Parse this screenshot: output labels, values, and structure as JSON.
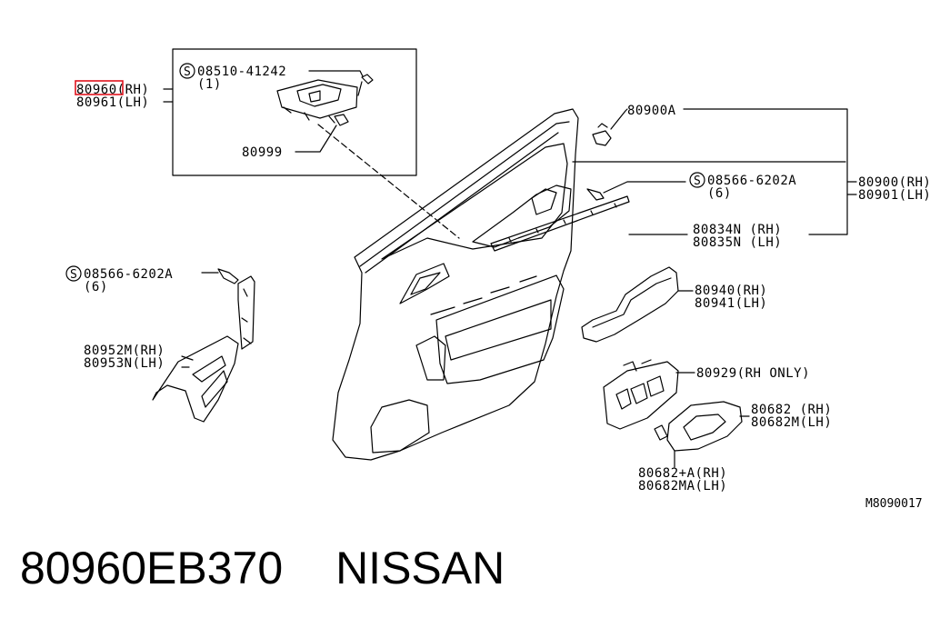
{
  "diagram": {
    "labels": {
      "bracket_top": "80960(RH)",
      "bracket_top_lh": "80961(LH)",
      "screw_top": "08510-41242",
      "screw_top_qty": "(1)",
      "clip": "80999",
      "trim_main": "80900(RH)",
      "trim_main_lh": "80901(LH)",
      "clip2": "80900A",
      "screw_mid": "08566-6202A",
      "screw_mid_qty": "(6)",
      "seal": "80834N (RH)",
      "seal_lh": "80835N (LH)",
      "screw_left": "08566-6202A",
      "screw_left_qty": "(6)",
      "bracket_left": "80952M(RH)",
      "bracket_left_lh": "80953N(LH)",
      "armrest": "80940(RH)",
      "armrest_lh": "80941(LH)",
      "switch": "80929(RH ONLY)",
      "handle": "80682 (RH)",
      "handle_lh": "80682M(LH)",
      "escutcheon": "80682+A(RH)",
      "escutcheon_lh": "80682MA(LH)",
      "diagram_id": "M8090017",
      "s_symbol": "S"
    },
    "highlight_color": "#e0141e"
  },
  "footer": {
    "part_number": "80960EB370",
    "brand": "NISSAN"
  }
}
